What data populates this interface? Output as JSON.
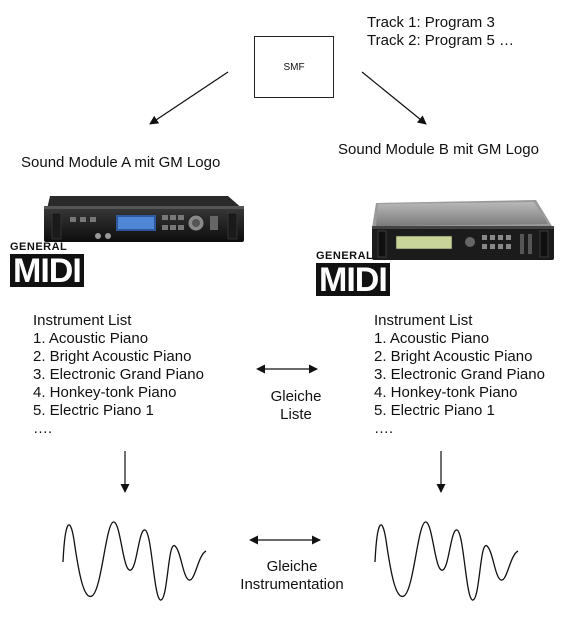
{
  "top_note": {
    "line1": "Track 1: Program 3",
    "line2": "Track 2: Program 5 …"
  },
  "smf_label": "SMF",
  "module_a": {
    "title": "Sound Module A mit GM Logo",
    "logo_top": "GENERAL",
    "logo_bottom": "MIDI",
    "list_title": "Instrument List",
    "items": [
      "1. Acoustic Piano",
      "2. Bright Acoustic Piano",
      "3. Electronic Grand Piano",
      "4. Honkey-tonk Piano",
      "5. Electric Piano 1",
      "…."
    ]
  },
  "module_b": {
    "title": "Sound Module B mit GM Logo",
    "logo_top": "GENERAL",
    "logo_bottom": "MIDI",
    "list_title": "Instrument List",
    "items": [
      "1. Acoustic Piano",
      "2. Bright Acoustic Piano",
      "3. Electronic Grand Piano",
      "4. Honkey-tonk Piano",
      "5. Electric Piano 1",
      "…."
    ]
  },
  "same_list": {
    "line1": "Gleiche",
    "line2": "Liste"
  },
  "same_instrumentation": {
    "line1": "Gleiche",
    "line2": "Instrumentation"
  }
}
